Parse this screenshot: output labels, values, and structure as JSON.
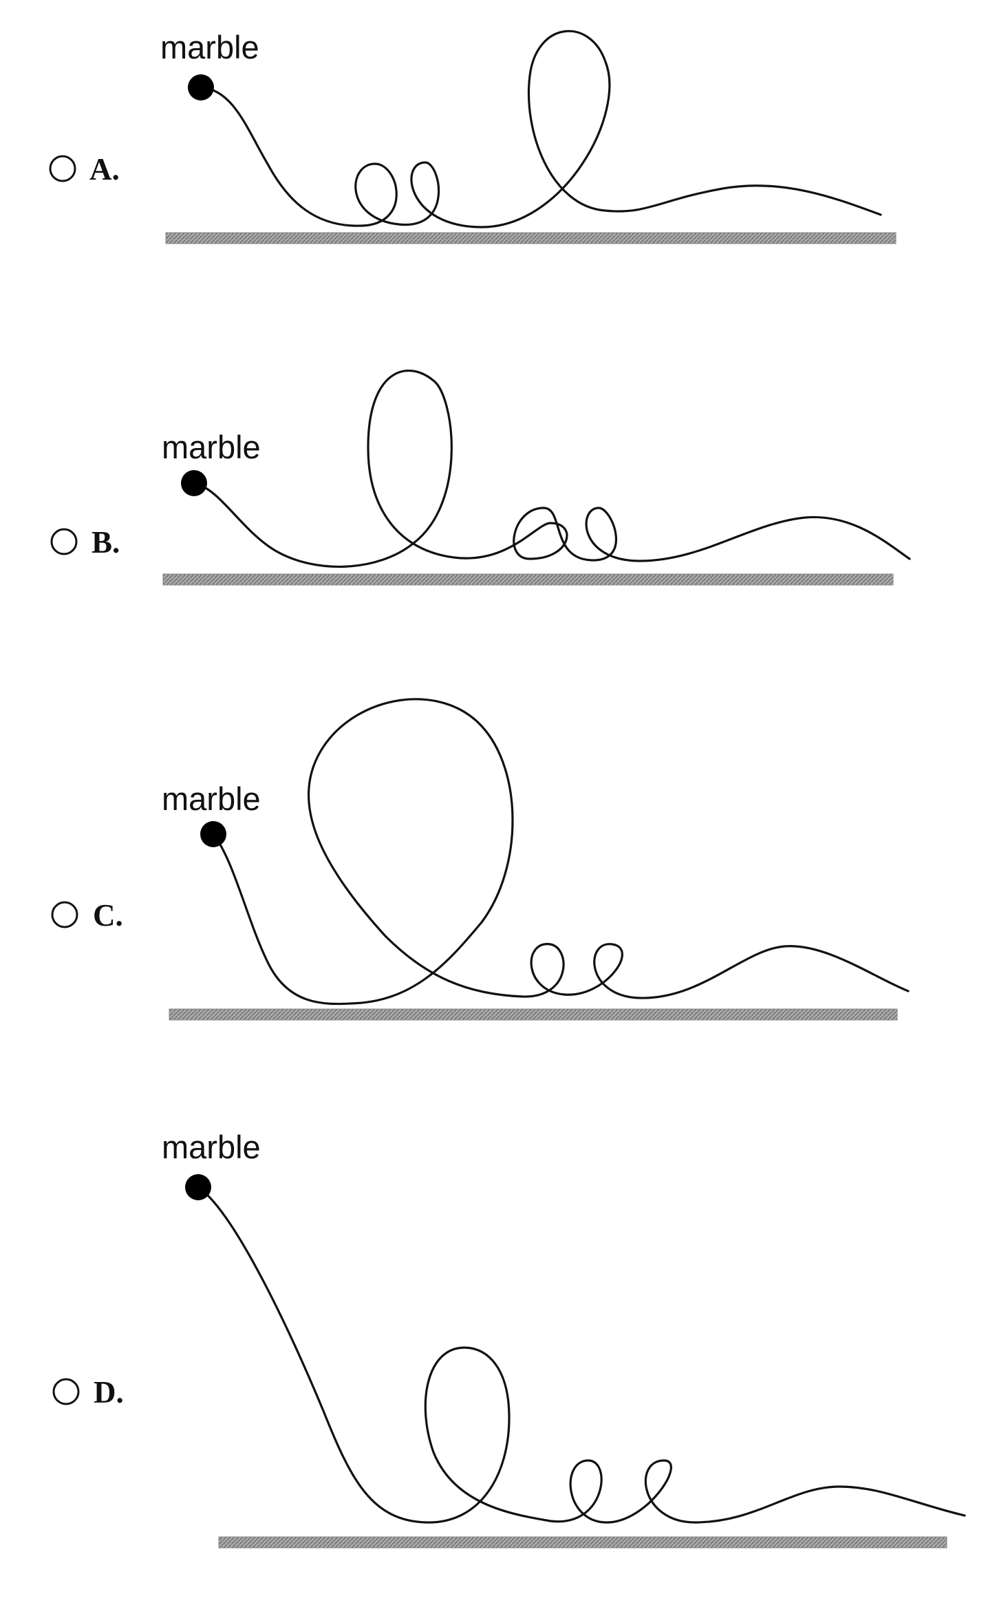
{
  "options": [
    {
      "letter": "A.",
      "label": "marble",
      "track_kind": "two small loops then big loop"
    },
    {
      "letter": "B.",
      "label": "marble",
      "track_kind": "big loop then two small loops"
    },
    {
      "letter": "C.",
      "label": "marble",
      "track_kind": "very large loop then two small loops"
    },
    {
      "letter": "D.",
      "label": "marble",
      "track_kind": "tall drop, medium loop, two small loops"
    }
  ],
  "colors": {
    "line": "#111111",
    "ground": "#8a8a8a",
    "marble": "#000000"
  }
}
